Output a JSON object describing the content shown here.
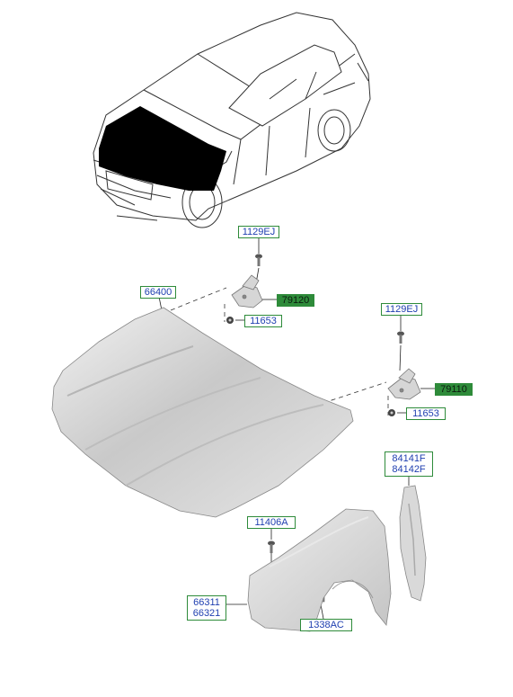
{
  "diagram": {
    "colors": {
      "label_border": "#2e8b3a",
      "label_text": "#1f3fb0",
      "label_filled_bg": "#2e8b3a",
      "highlight_black": "#000000",
      "part_gray": "#cfcfcf"
    },
    "labels": {
      "bolt_top": "1129EJ",
      "hood": "66400",
      "hinge_lh": "79120",
      "nut_left": "11653",
      "bolt_right": "1129EJ",
      "hinge_rh": "79110",
      "nut_right": "11653",
      "fender_bracket_1": "84141F",
      "fender_bracket_2": "84142F",
      "fender_bolt": "11406A",
      "fender_1": "66311",
      "fender_2": "66321",
      "clip": "1338AC"
    },
    "icons": [
      "car-illustration",
      "hood-panel",
      "hinge-bracket",
      "bolt-icon",
      "nut-icon",
      "fender-panel",
      "fender-bracket"
    ]
  }
}
